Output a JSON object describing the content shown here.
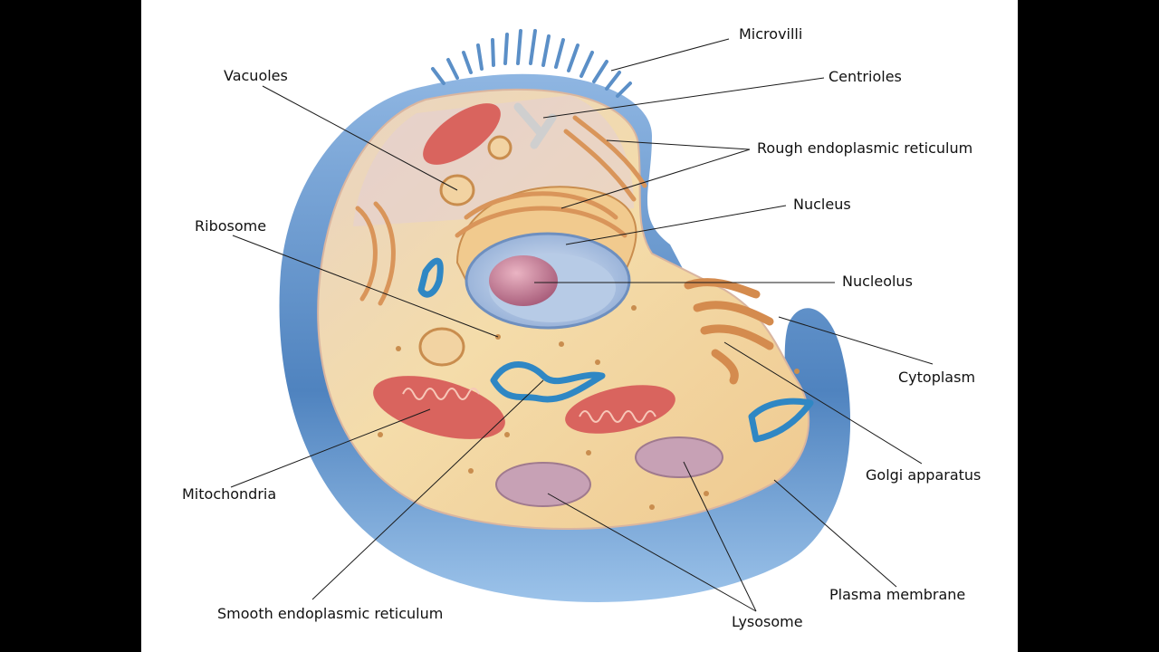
{
  "labels": {
    "microvilli": "Microvilli",
    "centrioles": "Centrioles",
    "vacuoles": "Vacuoles",
    "rough_er": "Rough endoplasmic reticulum",
    "nucleus": "Nucleus",
    "ribosome": "Ribosome",
    "nucleolus": "Nucleolus",
    "cytoplasm": "Cytoplasm",
    "golgi": "Golgi apparatus",
    "mitochondria": "Mitochondria",
    "plasma_membrane": "Plasma membrane",
    "smooth_er": "Smooth endoplasmic reticulum",
    "lysosome": "Lysosome"
  },
  "colors": {
    "background": "#ffffff",
    "side_bars": "#000000",
    "membrane_blue": "#5b8fc7",
    "cytoplasm": "#f3d9a6",
    "nucleus": "#9bb8dd",
    "nucleolus": "#c07a93",
    "mitochondria": "#d9645e",
    "golgi": "#d9955a",
    "smooth_er": "#2f87c4",
    "lysosome": "#c7a1b5"
  }
}
